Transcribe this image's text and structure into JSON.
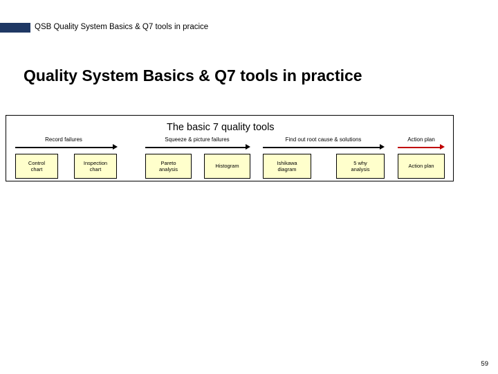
{
  "header": {
    "title": "QSB Quality System Basics & Q7 tools  in pracice",
    "accent_color": "#1f3864"
  },
  "slide": {
    "title": "Quality System Basics & Q7 tools in practice",
    "section_title": "The basic 7 quality tools",
    "page_number": "59"
  },
  "diagram": {
    "captions": [
      {
        "text": "Record failures"
      },
      {
        "text": "Squeeze & picture failures"
      },
      {
        "text": "Find out  root cause & solutions"
      },
      {
        "text": "Action plan"
      }
    ],
    "tools": [
      {
        "line1": "Control",
        "line2": "chart"
      },
      {
        "line1": "Inspection",
        "line2": "chart"
      },
      {
        "line1": "Pareto",
        "line2": "analysis"
      },
      {
        "line1": "Histogram",
        "line2": ""
      },
      {
        "line1": "Ishikawa",
        "line2": "diagram"
      },
      {
        "line1": "5 why",
        "line2": "analysis"
      },
      {
        "line1": "Action plan",
        "line2": ""
      }
    ],
    "box_fill_color": "#ffffcc",
    "arrow_color": "#000000",
    "last_arrow_color": "#c00000"
  }
}
